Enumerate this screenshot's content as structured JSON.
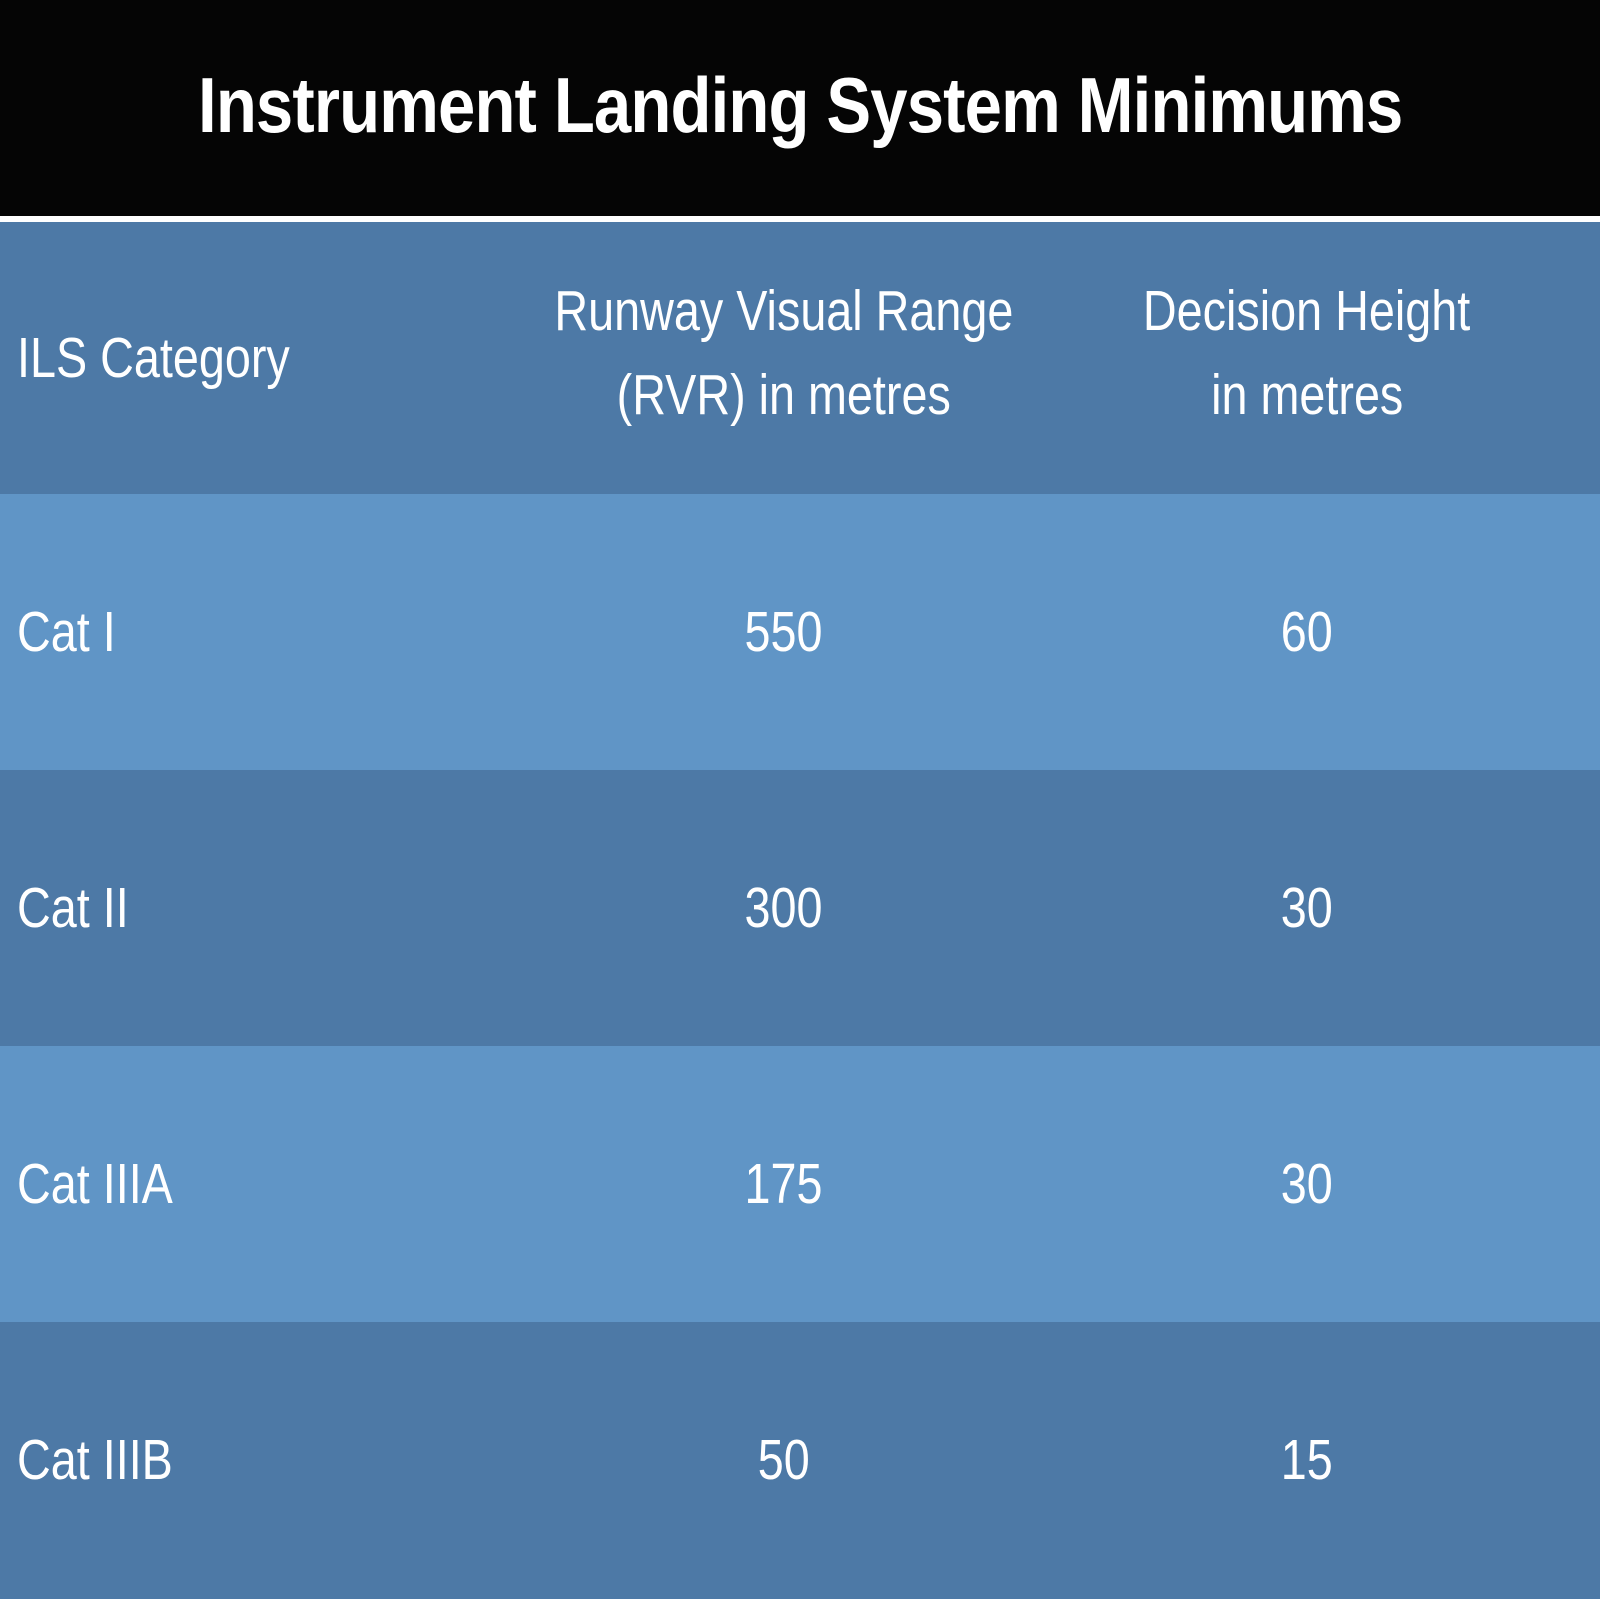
{
  "title": "Instrument Landing System Minimums",
  "colors": {
    "title_bg": "#050505",
    "title_rule": "#ffffff",
    "header_bg": "#4d79a6",
    "row_dark": "#4d79a6",
    "row_light": "#6095c6",
    "text": "#ffffff"
  },
  "table": {
    "headers": {
      "category": "ILS Category",
      "rvr_line1": "Runway Visual Range",
      "rvr_line2": "(RVR) in metres",
      "dh_line1": "Decision Height",
      "dh_line2": "in metres"
    },
    "rows": [
      {
        "category": "Cat I",
        "rvr": "550",
        "dh": "60"
      },
      {
        "category": "Cat II",
        "rvr": "300",
        "dh": "30"
      },
      {
        "category": "Cat IIIA",
        "rvr": "175",
        "dh": "30"
      },
      {
        "category": "Cat IIIB",
        "rvr": "50",
        "dh": "15"
      }
    ]
  }
}
